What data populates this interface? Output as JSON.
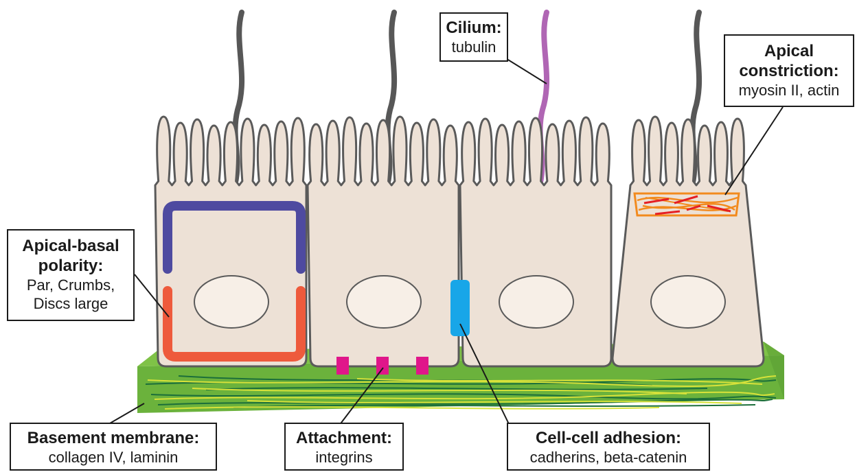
{
  "labels": {
    "cilium": {
      "title": "Cilium:",
      "desc": "tubulin"
    },
    "apical_constriction": {
      "title_line1": "Apical",
      "title_line2": "constriction:",
      "desc": "myosin II, actin"
    },
    "apical_basal_polarity": {
      "title_line1": "Apical-basal",
      "title_line2": "polarity:",
      "desc_line1": "Par, Crumbs,",
      "desc_line2": "Discs large"
    },
    "basement_membrane": {
      "title": "Basement membrane:",
      "desc": "collagen IV, laminin"
    },
    "attachment": {
      "title": "Attachment:",
      "desc": "integrins"
    },
    "cell_cell_adhesion": {
      "title": "Cell-cell adhesion:",
      "desc": "cadherins, beta-catenin"
    }
  },
  "colors": {
    "cell_fill": "#ede1d6",
    "cell_outline": "#5a5a5a",
    "nucleus_fill": "#f7efe7",
    "cilium": "#575757",
    "cilium_highlight": "#b066b4",
    "polarity_apical": "#4e4aa0",
    "polarity_basal": "#ee5a3c",
    "adhesion": "#18a6e8",
    "integrin": "#e0168a",
    "membrane_top": "#7fc247",
    "membrane_front": "#6bb23c",
    "fiber_dark": "#1b6e3a",
    "fiber_light": "#d8e23a",
    "actin": "#e51f24",
    "myosin": "#f28a1e"
  }
}
